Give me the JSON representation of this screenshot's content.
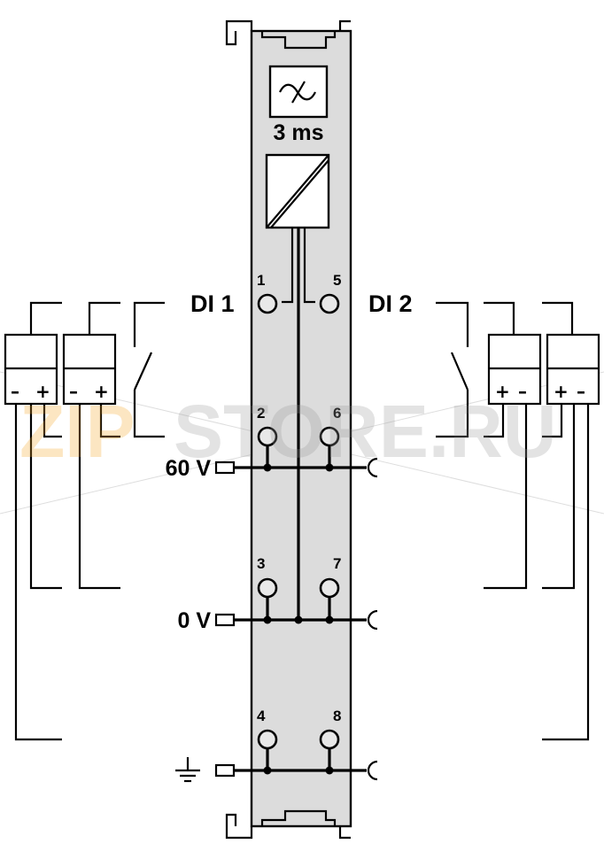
{
  "module": {
    "filter_time": "3 ms",
    "channel_1_label": "DI 1",
    "channel_2_label": "DI 2",
    "voltage_plus": "60 V",
    "voltage_zero": "0 V"
  },
  "terminals": [
    "1",
    "2",
    "3",
    "4",
    "5",
    "6",
    "7",
    "8"
  ],
  "sensor_polarity": {
    "left_minus": "–",
    "left_plus": "+",
    "right_plus": "+",
    "right_minus": "–"
  },
  "watermark": {
    "part1": "ZIP",
    "part2": "STORE.RU",
    "color1": "#f5a623",
    "color2": "#9a9a9a"
  },
  "colors": {
    "housing": "#dcdcdc",
    "line": "#000000"
  }
}
